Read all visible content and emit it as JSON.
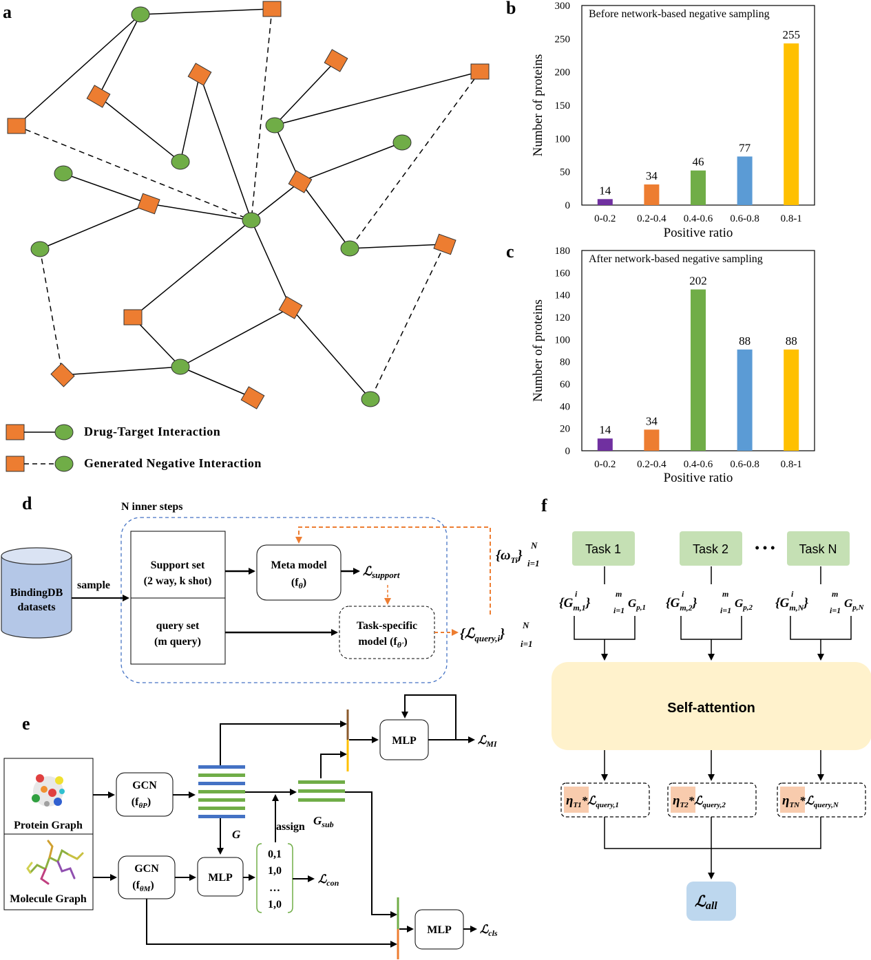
{
  "panels": {
    "a": "a",
    "b": "b",
    "c": "c",
    "d": "d",
    "e": "e",
    "f": "f"
  },
  "legend": {
    "dti": "Drug-Target Interaction",
    "neg": "Generated Negative Interaction"
  },
  "colors": {
    "drug_node": "#ed7d31",
    "target_node": "#70ad47",
    "bar_purple": "#7030a0",
    "bar_orange": "#ed7d31",
    "bar_green": "#70ad47",
    "bar_blue": "#5b9bd5",
    "bar_yellow": "#ffc000",
    "task_fill": "#c5e0b4",
    "attention_fill": "#fff2cc",
    "weight_fill": "#f8cbad",
    "loss_fill": "#bdd7ee",
    "dashed_blue": "#4472c4"
  },
  "chart_data": [
    {
      "type": "bar",
      "title": "Before network-based negative sampling",
      "xlabel": "Positive ratio",
      "ylabel": "Number of proteins",
      "categories": [
        "0-0.2",
        "0.2-0.4",
        "0.4-0.6",
        "0.6-0.8",
        "0.8-1"
      ],
      "values": [
        14,
        34,
        46,
        77,
        255
      ],
      "bar_heights_read": [
        9,
        31,
        52,
        73,
        243
      ],
      "yticks": [
        "0",
        "50",
        "100",
        "150",
        "200",
        "250",
        "300"
      ],
      "ylim": [
        0,
        300
      ]
    },
    {
      "type": "bar",
      "title": "After network-based negative sampling",
      "xlabel": "Positive ratio",
      "ylabel": "Number of proteins",
      "categories": [
        "0-0.2",
        "0.2-0.4",
        "0.4-0.6",
        "0.6-0.8",
        "0.8-1"
      ],
      "values": [
        14,
        34,
        202,
        88,
        88
      ],
      "bar_heights_read": [
        11,
        19,
        145,
        91,
        91
      ],
      "yticks": [
        "0",
        "20",
        "40",
        "60",
        "80",
        "100",
        "120",
        "140",
        "160",
        "180"
      ],
      "ylim": [
        0,
        180
      ]
    }
  ],
  "panel_d": {
    "inner_steps": "N inner steps",
    "db_line1": "BindingDB",
    "db_line2": "datasets",
    "sample": "sample",
    "support_1": "Support set",
    "support_2": "(2 way, k shot)",
    "query_1": "query set",
    "query_2": "(m query)",
    "meta_1": "Meta model",
    "meta_2": "(f",
    "meta_sub": "θ",
    "task_1": "Task-specific",
    "task_2": "model (f",
    "task_sub": "θ'",
    "l_support": "ℒ",
    "l_support_sub": "support",
    "omega": "{ω",
    "omega_sub": "Ti",
    "omega_close": "}",
    "omega_sup": "N",
    "omega_lim": "i=1",
    "l_query": "{ℒ",
    "l_query_sub": "query,i",
    "l_query_close": "}",
    "l_query_sup": "N",
    "l_query_lim": "i=1"
  },
  "panel_e": {
    "protein_graph": "Protein Graph",
    "molecule_graph": "Molecule Graph",
    "gcn_p": "GCN",
    "gcn_p_sub": "(f",
    "gcn_p_sub2": "θP",
    "gcn_m": "GCN",
    "gcn_m_sub": "(f",
    "gcn_m_sub2": "θM",
    "mlp_top": "MLP",
    "mlp_mid": "MLP",
    "mlp_bottom": "MLP",
    "g_label": "G",
    "assign": "assign",
    "g_sub": "G",
    "g_sub_sub": "sub",
    "assign_rows": [
      "0,1",
      "1,0",
      "…",
      "1,0"
    ],
    "l_mi": "ℒ",
    "l_mi_sub": "MI",
    "l_con": "ℒ",
    "l_con_sub": "con",
    "l_cls": "ℒ",
    "l_cls_sub": "cls"
  },
  "panel_f": {
    "tasks": [
      "Task 1",
      "Task 2",
      "Task N"
    ],
    "ellipsis": "• • •",
    "self_attention": "Self-attention",
    "inputs": [
      {
        "main": "{G",
        "sup": "i",
        "sub": "m,1",
        "close": "}",
        "sup2": "m",
        "lim": "i=1",
        "tail": "G",
        "tail_sub": "p,1"
      },
      {
        "main": "{G",
        "sup": "i",
        "sub": "m,2",
        "close": "}",
        "sup2": "m",
        "lim": "i=1",
        "tail": "G",
        "tail_sub": "p,2"
      },
      {
        "main": "{G",
        "sup": "i",
        "sub": "m,N",
        "close": "}",
        "sup2": "m",
        "lim": "i=1",
        "tail": "G",
        "tail_sub": "p,N"
      }
    ],
    "weights": [
      {
        "eta": "η",
        "eta_sub": "T1",
        "star": "*",
        "loss": "ℒ",
        "loss_sub": "query,1"
      },
      {
        "eta": "η",
        "eta_sub": "T2",
        "star": "*",
        "loss": "ℒ",
        "loss_sub": "query,2"
      },
      {
        "eta": "η",
        "eta_sub": "TN",
        "star": "*",
        "loss": "ℒ",
        "loss_sub": "query,N"
      }
    ],
    "l_all": "ℒ",
    "l_all_sub": "all"
  }
}
